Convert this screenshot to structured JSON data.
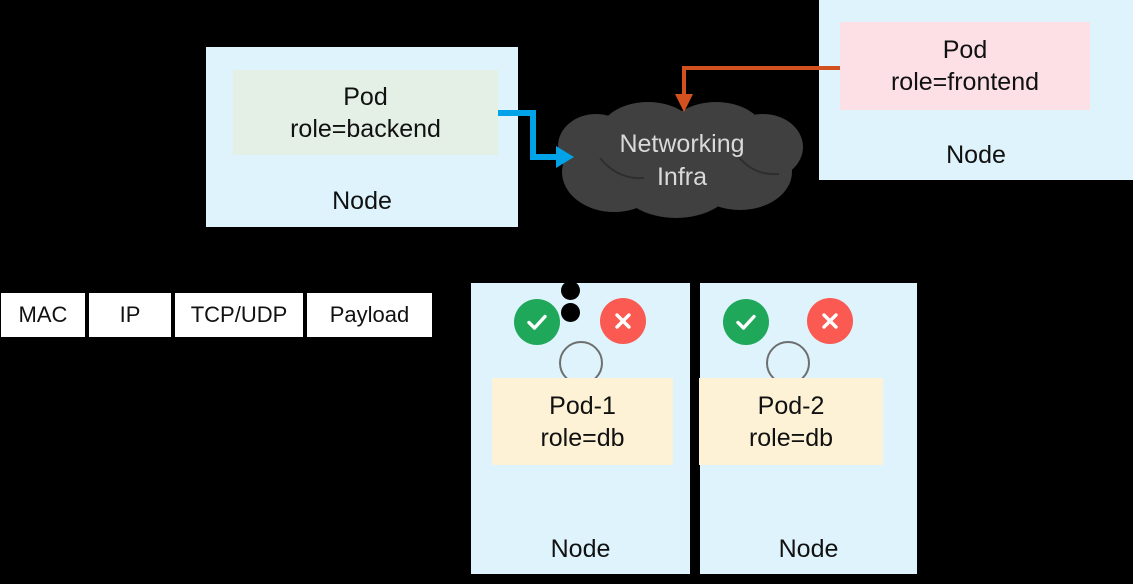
{
  "diagram": {
    "title": "Kubernetes network policy packet flow",
    "colors": {
      "node_fill": "#DEF3FC",
      "pod_backend_fill": "#E4F0E6",
      "pod_frontend_fill": "#FCE0E6",
      "pod_db_fill": "#FDF2D6",
      "cloud_fill": "#404040",
      "cloud_text": "#D9D9D9",
      "arrow_blue": "#00A2E8",
      "arrow_orange": "#D2511E",
      "badge_allow": "#1FA85A",
      "badge_deny": "#FA5A52",
      "background": "#000000"
    }
  },
  "backend_node": {
    "pod_line1": "Pod",
    "pod_line2": "role=backend",
    "node_label": "Node"
  },
  "frontend_node": {
    "pod_line1": "Pod",
    "pod_line2": "role=frontend",
    "node_label": "Node"
  },
  "cloud": {
    "line1": "Networking",
    "line2": "Infra"
  },
  "packet": {
    "cells": [
      {
        "label": "MAC"
      },
      {
        "label": "IP"
      },
      {
        "label": "TCP/UDP"
      },
      {
        "label": "Payload"
      }
    ]
  },
  "db_nodes": [
    {
      "pod_line1": "Pod-1",
      "pod_line2": "role=db",
      "node_label": "Node",
      "allow_icon": "check-icon",
      "deny_icon": "cross-icon",
      "has_dots": true
    },
    {
      "pod_line1": "Pod-2",
      "pod_line2": "role=db",
      "node_label": "Node",
      "allow_icon": "check-icon",
      "deny_icon": "cross-icon",
      "has_dots": false
    }
  ]
}
